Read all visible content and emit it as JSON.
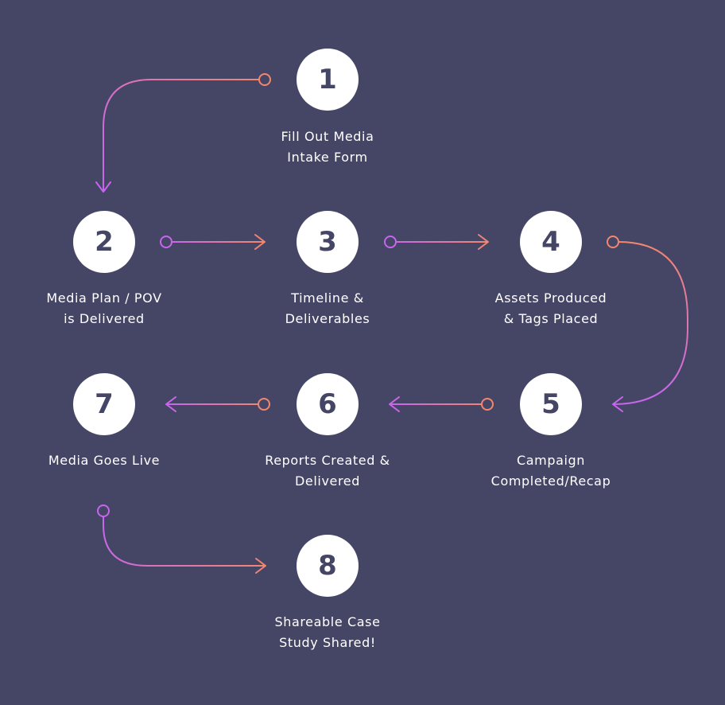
{
  "colors": {
    "background": "#454565",
    "circle": "#ffffff",
    "number": "#454565",
    "label": "#ffffff",
    "arrow_orange": "#F2876E",
    "arrow_purple": "#C765F0"
  },
  "steps": [
    {
      "number": "1",
      "label": "Fill Out Media\nIntake Form"
    },
    {
      "number": "2",
      "label": "Media Plan / POV\nis Delivered"
    },
    {
      "number": "3",
      "label": "Timeline &\nDeliverables"
    },
    {
      "number": "4",
      "label": "Assets Produced\n& Tags Placed"
    },
    {
      "number": "5",
      "label": "Campaign\nCompleted/Recap"
    },
    {
      "number": "6",
      "label": "Reports Created &\nDelivered"
    },
    {
      "number": "7",
      "label": "Media Goes Live"
    },
    {
      "number": "8",
      "label": "Shareable Case\nStudy Shared!"
    }
  ],
  "connectors": [
    {
      "from": "1",
      "to": "2"
    },
    {
      "from": "2",
      "to": "3"
    },
    {
      "from": "3",
      "to": "4"
    },
    {
      "from": "4",
      "to": "5"
    },
    {
      "from": "5",
      "to": "6"
    },
    {
      "from": "6",
      "to": "7"
    },
    {
      "from": "7",
      "to": "8"
    }
  ]
}
